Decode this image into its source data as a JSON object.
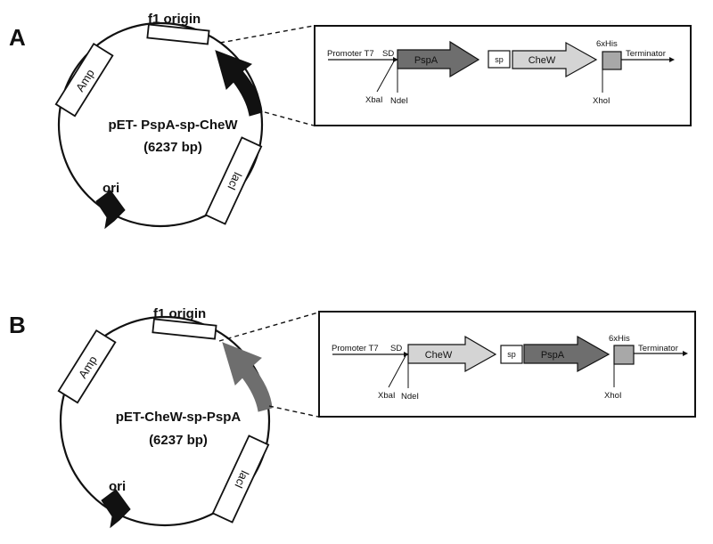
{
  "panels": [
    {
      "letter": "A",
      "plasmid_name": "pET- PspA-sp-CheW",
      "plasmid_size": "(6237 bp)",
      "features": {
        "f1": "f1 origin",
        "amp": "Amp",
        "lacI": "lacI",
        "ori": "ori"
      },
      "insert_color": "#111111",
      "cassette": {
        "promoter": "Promoter T7",
        "sd": "SD",
        "gene1": "PspA",
        "spacer": "sp",
        "gene2": "CheW",
        "tag": "6xHis",
        "terminator": "Terminator",
        "site1": "XbaI",
        "site2": "NdeI",
        "site3": "XhoI"
      }
    },
    {
      "letter": "B",
      "plasmid_name": "pET-CheW-sp-PspA",
      "plasmid_size": "(6237 bp)",
      "features": {
        "f1": "f1 origin",
        "amp": "Amp",
        "lacI": "lacI",
        "ori": "ori"
      },
      "insert_color": "#6e6e6e",
      "cassette": {
        "promoter": "Promoter T7",
        "sd": "SD",
        "gene1": "CheW",
        "spacer": "sp",
        "gene2": "PspA",
        "tag": "6xHis",
        "terminator": "Terminator",
        "site1": "XbaI",
        "site2": "NdeI",
        "site3": "XhoI"
      }
    }
  ],
  "colors": {
    "pspa": "#6e6e6e",
    "chew": "#d4d4d4",
    "tag": "#a8a8a8",
    "ori": "#111111"
  }
}
